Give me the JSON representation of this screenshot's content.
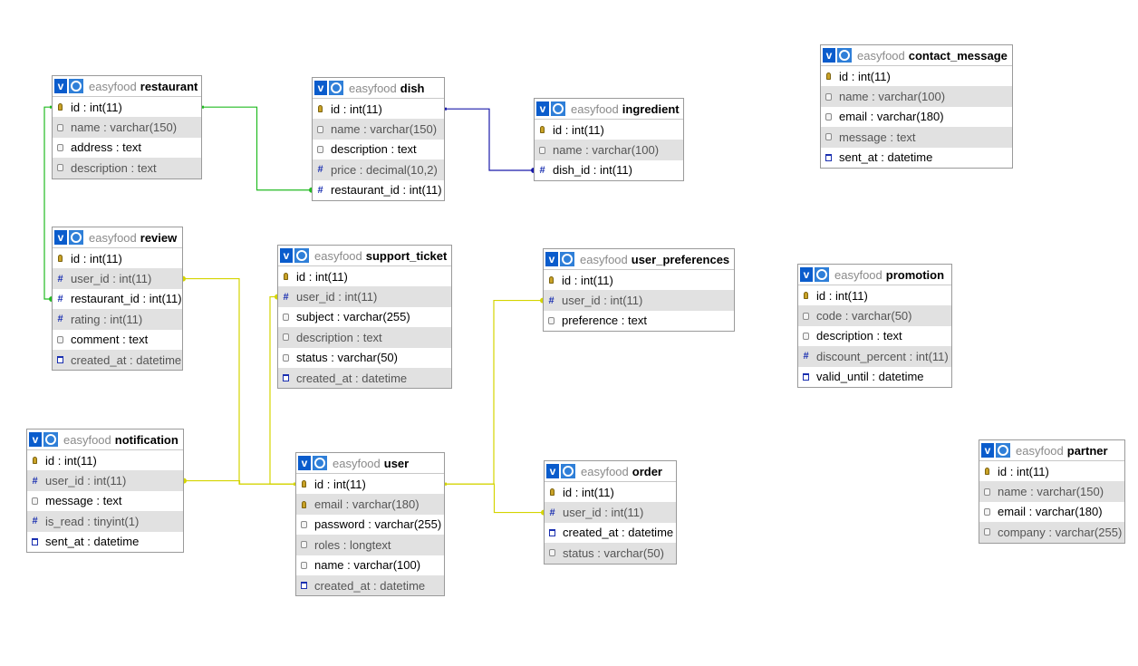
{
  "db_prefix": "easyfood",
  "tables": [
    {
      "id": "restaurant",
      "name": "restaurant",
      "columns": [
        {
          "text": "id : int(11)",
          "icon": "key-icon"
        },
        {
          "text": "name : varchar(150)",
          "icon": "text-icon"
        },
        {
          "text": "address : text",
          "icon": "text-icon"
        },
        {
          "text": "description : text",
          "icon": "text-icon"
        }
      ]
    },
    {
      "id": "dish",
      "name": "dish",
      "columns": [
        {
          "text": "id : int(11)",
          "icon": "key-icon"
        },
        {
          "text": "name : varchar(150)",
          "icon": "text-icon"
        },
        {
          "text": "description : text",
          "icon": "text-icon"
        },
        {
          "text": "price : decimal(10,2)",
          "icon": "number-icon"
        },
        {
          "text": "restaurant_id : int(11)",
          "icon": "number-icon"
        }
      ]
    },
    {
      "id": "ingredient",
      "name": "ingredient",
      "columns": [
        {
          "text": "id : int(11)",
          "icon": "key-icon"
        },
        {
          "text": "name : varchar(100)",
          "icon": "text-icon"
        },
        {
          "text": "dish_id : int(11)",
          "icon": "number-icon"
        }
      ]
    },
    {
      "id": "contact_message",
      "name": "contact_message",
      "columns": [
        {
          "text": "id : int(11)",
          "icon": "key-icon"
        },
        {
          "text": "name : varchar(100)",
          "icon": "text-icon"
        },
        {
          "text": "email : varchar(180)",
          "icon": "text-icon"
        },
        {
          "text": "message : text",
          "icon": "text-icon"
        },
        {
          "text": "sent_at : datetime",
          "icon": "datetime-icon"
        }
      ]
    },
    {
      "id": "review",
      "name": "review",
      "columns": [
        {
          "text": "id : int(11)",
          "icon": "key-icon"
        },
        {
          "text": "user_id : int(11)",
          "icon": "number-icon"
        },
        {
          "text": "restaurant_id : int(11)",
          "icon": "number-icon"
        },
        {
          "text": "rating : int(11)",
          "icon": "number-icon"
        },
        {
          "text": "comment : text",
          "icon": "text-icon"
        },
        {
          "text": "created_at : datetime",
          "icon": "datetime-icon"
        }
      ]
    },
    {
      "id": "support_ticket",
      "name": "support_ticket",
      "columns": [
        {
          "text": "id : int(11)",
          "icon": "key-icon"
        },
        {
          "text": "user_id : int(11)",
          "icon": "number-icon"
        },
        {
          "text": "subject : varchar(255)",
          "icon": "text-icon"
        },
        {
          "text": "description : text",
          "icon": "text-icon"
        },
        {
          "text": "status : varchar(50)",
          "icon": "text-icon"
        },
        {
          "text": "created_at : datetime",
          "icon": "datetime-icon"
        }
      ]
    },
    {
      "id": "user_preferences",
      "name": "user_preferences",
      "columns": [
        {
          "text": "id : int(11)",
          "icon": "key-icon"
        },
        {
          "text": "user_id : int(11)",
          "icon": "number-icon"
        },
        {
          "text": "preference : text",
          "icon": "text-icon"
        }
      ]
    },
    {
      "id": "promotion",
      "name": "promotion",
      "columns": [
        {
          "text": "id : int(11)",
          "icon": "key-icon"
        },
        {
          "text": "code : varchar(50)",
          "icon": "text-icon"
        },
        {
          "text": "description : text",
          "icon": "text-icon"
        },
        {
          "text": "discount_percent : int(11)",
          "icon": "number-icon"
        },
        {
          "text": "valid_until : datetime",
          "icon": "datetime-icon"
        }
      ]
    },
    {
      "id": "notification",
      "name": "notification",
      "columns": [
        {
          "text": "id : int(11)",
          "icon": "key-icon"
        },
        {
          "text": "user_id : int(11)",
          "icon": "number-icon"
        },
        {
          "text": "message : text",
          "icon": "text-icon"
        },
        {
          "text": "is_read : tinyint(1)",
          "icon": "number-icon"
        },
        {
          "text": "sent_at : datetime",
          "icon": "datetime-icon"
        }
      ]
    },
    {
      "id": "user",
      "name": "user",
      "columns": [
        {
          "text": "id : int(11)",
          "icon": "key-icon"
        },
        {
          "text": "email : varchar(180)",
          "icon": "key-icon"
        },
        {
          "text": "password : varchar(255)",
          "icon": "text-icon"
        },
        {
          "text": "roles : longtext",
          "icon": "text-icon"
        },
        {
          "text": "name : varchar(100)",
          "icon": "text-icon"
        },
        {
          "text": "created_at : datetime",
          "icon": "datetime-icon"
        }
      ]
    },
    {
      "id": "order",
      "name": "order",
      "columns": [
        {
          "text": "id : int(11)",
          "icon": "key-icon"
        },
        {
          "text": "user_id : int(11)",
          "icon": "number-icon"
        },
        {
          "text": "created_at : datetime",
          "icon": "datetime-icon"
        },
        {
          "text": "status : varchar(50)",
          "icon": "text-icon"
        }
      ]
    },
    {
      "id": "partner",
      "name": "partner",
      "columns": [
        {
          "text": "id : int(11)",
          "icon": "key-icon"
        },
        {
          "text": "name : varchar(150)",
          "icon": "text-icon"
        },
        {
          "text": "email : varchar(180)",
          "icon": "text-icon"
        },
        {
          "text": "company : varchar(255)",
          "icon": "text-icon"
        }
      ]
    }
  ],
  "relations": [
    {
      "from": "dish.restaurant_id",
      "to": "restaurant.id",
      "color": "#22bb22"
    },
    {
      "from": "review.restaurant_id",
      "to": "restaurant.id",
      "color": "#22bb22"
    },
    {
      "from": "ingredient.dish_id",
      "to": "dish.id",
      "color": "#1a1aaa"
    },
    {
      "from": "review.user_id",
      "to": "user.id",
      "color": "#d4d400"
    },
    {
      "from": "notification.user_id",
      "to": "user.id",
      "color": "#d4d400"
    },
    {
      "from": "support_ticket.user_id",
      "to": "user.id",
      "color": "#d4d400"
    },
    {
      "from": "user_preferences.user_id",
      "to": "user.id",
      "color": "#d4d400"
    },
    {
      "from": "order.user_id",
      "to": "user.id",
      "color": "#d4d400"
    }
  ]
}
